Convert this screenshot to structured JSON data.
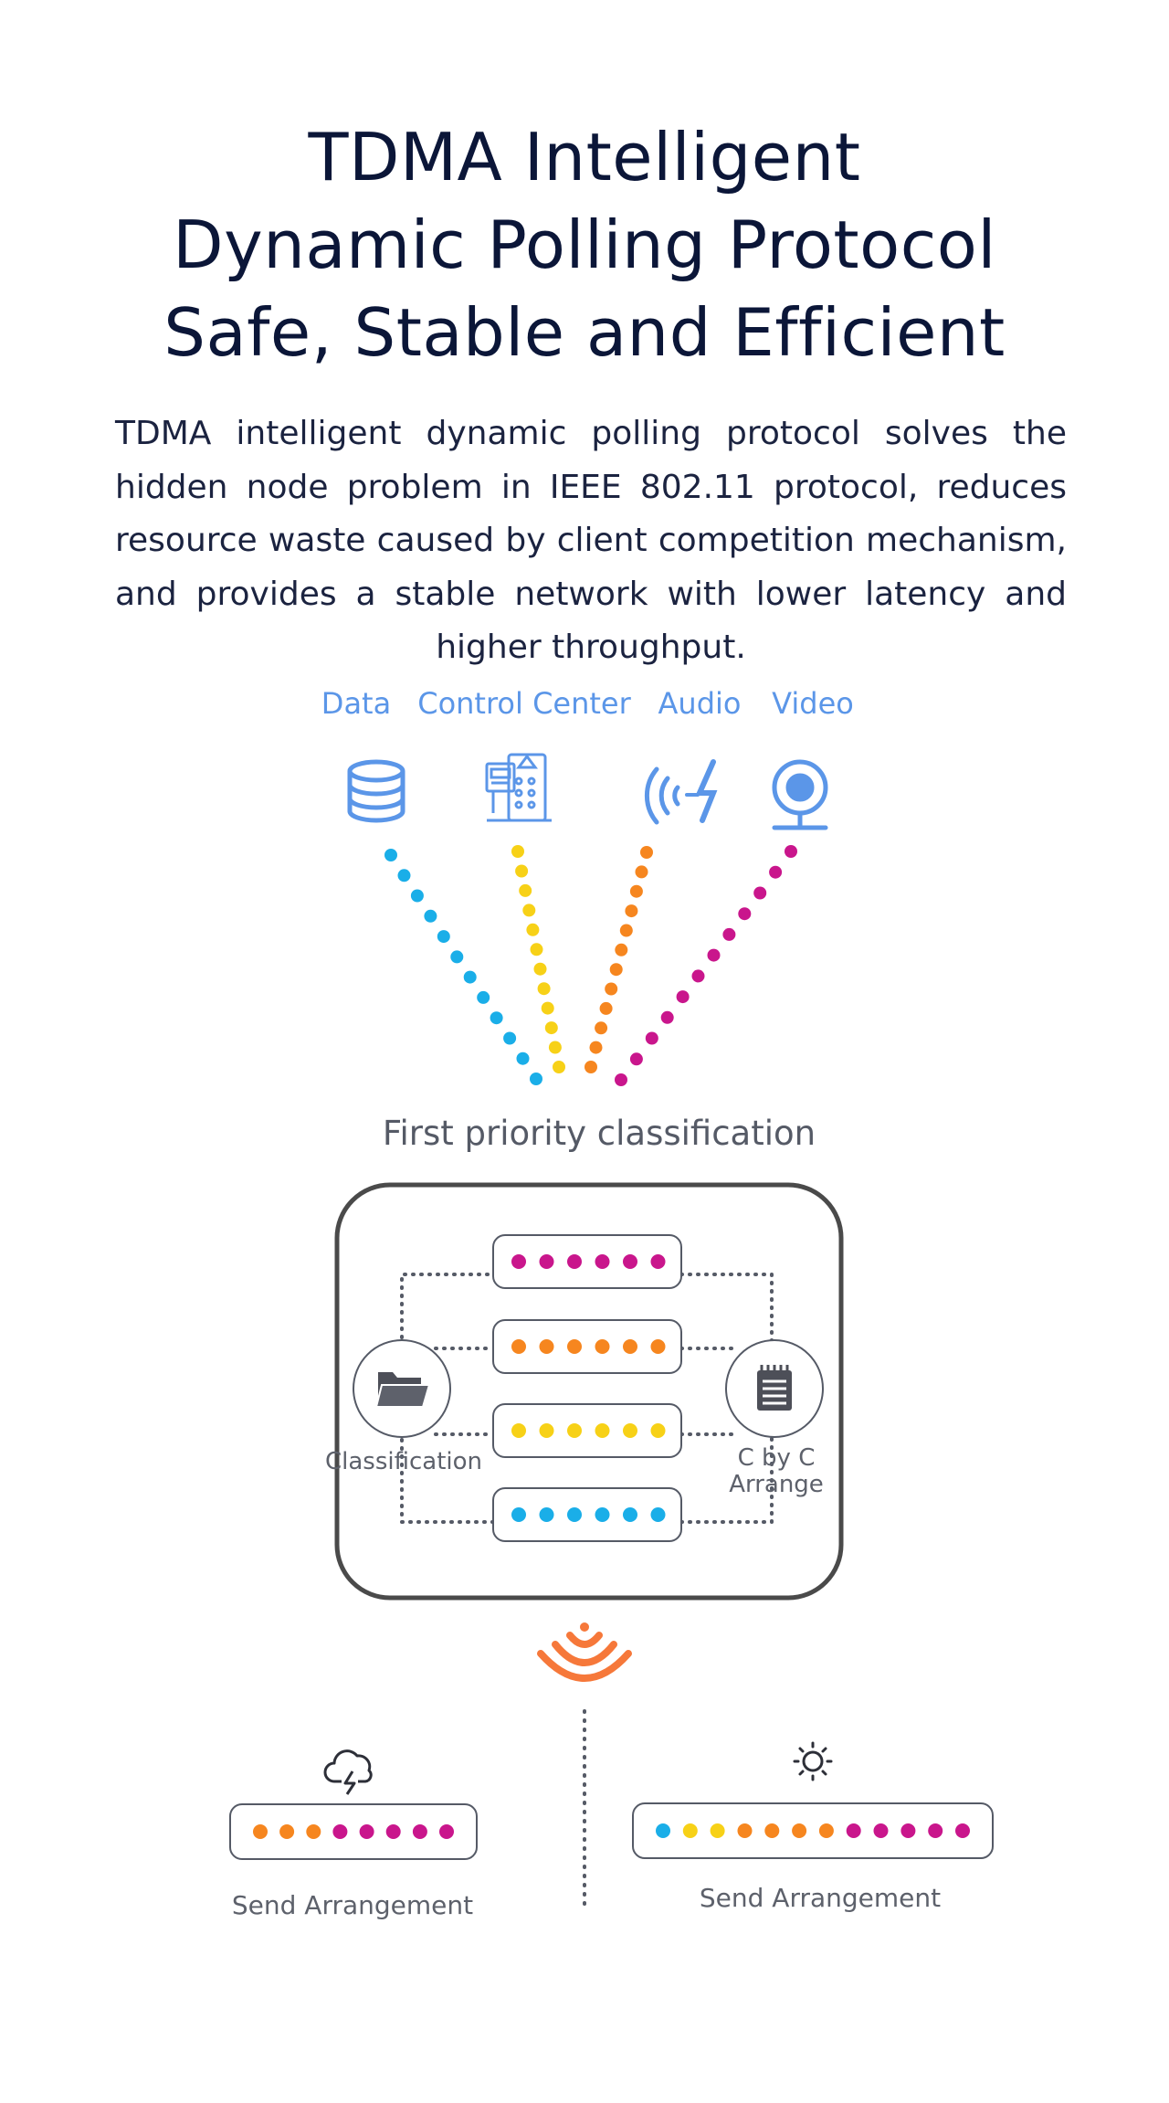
{
  "heading": {
    "line1": "TDMA Intelligent",
    "line2": "Dynamic Polling Protocol",
    "line3": "Safe, Stable and Efficient"
  },
  "description": "TDMA intelligent dynamic polling protocol solves the hidden node problem in IEEE 802.11 protocol, reduces resource waste caused by client competition mechanism, and provides a stable network with lower latency and higher throughput.",
  "categories": [
    {
      "label": "Data",
      "icon": "database-icon",
      "color": "#1aaee8"
    },
    {
      "label": "Control Center",
      "icon": "control-panel-icon",
      "color": "#f7d117"
    },
    {
      "label": "Audio",
      "icon": "audio-wave-icon",
      "color": "#f6861f"
    },
    {
      "label": "Video",
      "icon": "webcam-icon",
      "color": "#c9168c"
    }
  ],
  "classification": {
    "title": "First priority classification",
    "left_node": "Classification",
    "left_icon": "folder-icon",
    "right_node_line1": "C by C",
    "right_node_line2": "Arrange",
    "right_icon": "notepad-icon",
    "queues": [
      {
        "color": "#c9168c",
        "dots": 6
      },
      {
        "color": "#f6861f",
        "dots": 6
      },
      {
        "color": "#f7d117",
        "dots": 6
      },
      {
        "color": "#1aaee8",
        "dots": 6
      }
    ]
  },
  "transmitter_icon": "wifi-signal-icon",
  "send": [
    {
      "label": "Send Arrangement",
      "icon": "cloud-lightning-icon",
      "sequence": [
        "#f6861f",
        "#f6861f",
        "#f6861f",
        "#c9168c",
        "#c9168c",
        "#c9168c",
        "#c9168c",
        "#c9168c"
      ]
    },
    {
      "label": "Send Arrangement",
      "icon": "sun-icon",
      "sequence": [
        "#1aaee8",
        "#f7d117",
        "#f7d117",
        "#f6861f",
        "#f6861f",
        "#f6861f",
        "#f6861f",
        "#c9168c",
        "#c9168c",
        "#c9168c",
        "#c9168c",
        "#c9168c"
      ]
    }
  ],
  "colors": {
    "blue": "#1aaee8",
    "yellow": "#f7d117",
    "orange": "#f6861f",
    "magenta": "#c9168c",
    "icon_blue": "#5b96e8",
    "frame": "#4a4a4a"
  }
}
